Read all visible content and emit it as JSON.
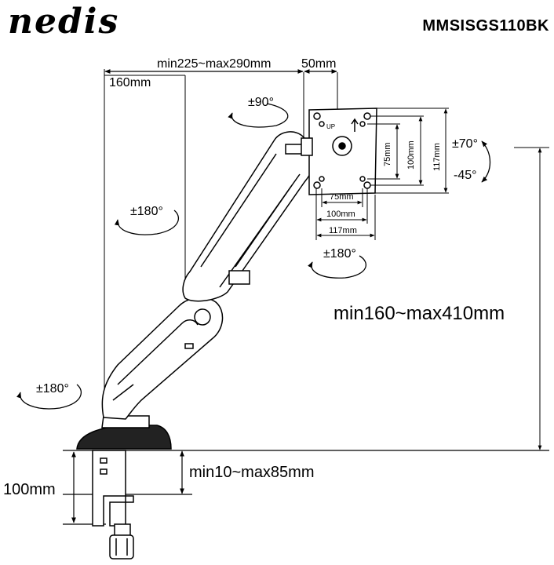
{
  "header": {
    "brand": "nedis",
    "model": "MMSISGS110BK"
  },
  "dimensions": {
    "arm_reach": "min225~max290mm",
    "offset": "50mm",
    "pole_distance": "160mm",
    "height_range": "min160~max410mm",
    "desk_thickness": "min10~max85mm",
    "clamp_height": "100mm",
    "vesa_75": "75mm",
    "vesa_100": "100mm",
    "vesa_117": "117mm",
    "vesa_75_v": "75mm",
    "vesa_100_v": "100mm",
    "vesa_117_v": "117mm"
  },
  "rotations": {
    "swivel_top": "±90°",
    "tilt_up": "±70°",
    "tilt_down": "-45°",
    "rotate_mid": "±180°",
    "rotate_plate": "±180°",
    "rotate_base": "±180°"
  },
  "plate": {
    "up_mark": "UP"
  },
  "colors": {
    "line": "#000000",
    "arm_fill": "#ffffff"
  }
}
